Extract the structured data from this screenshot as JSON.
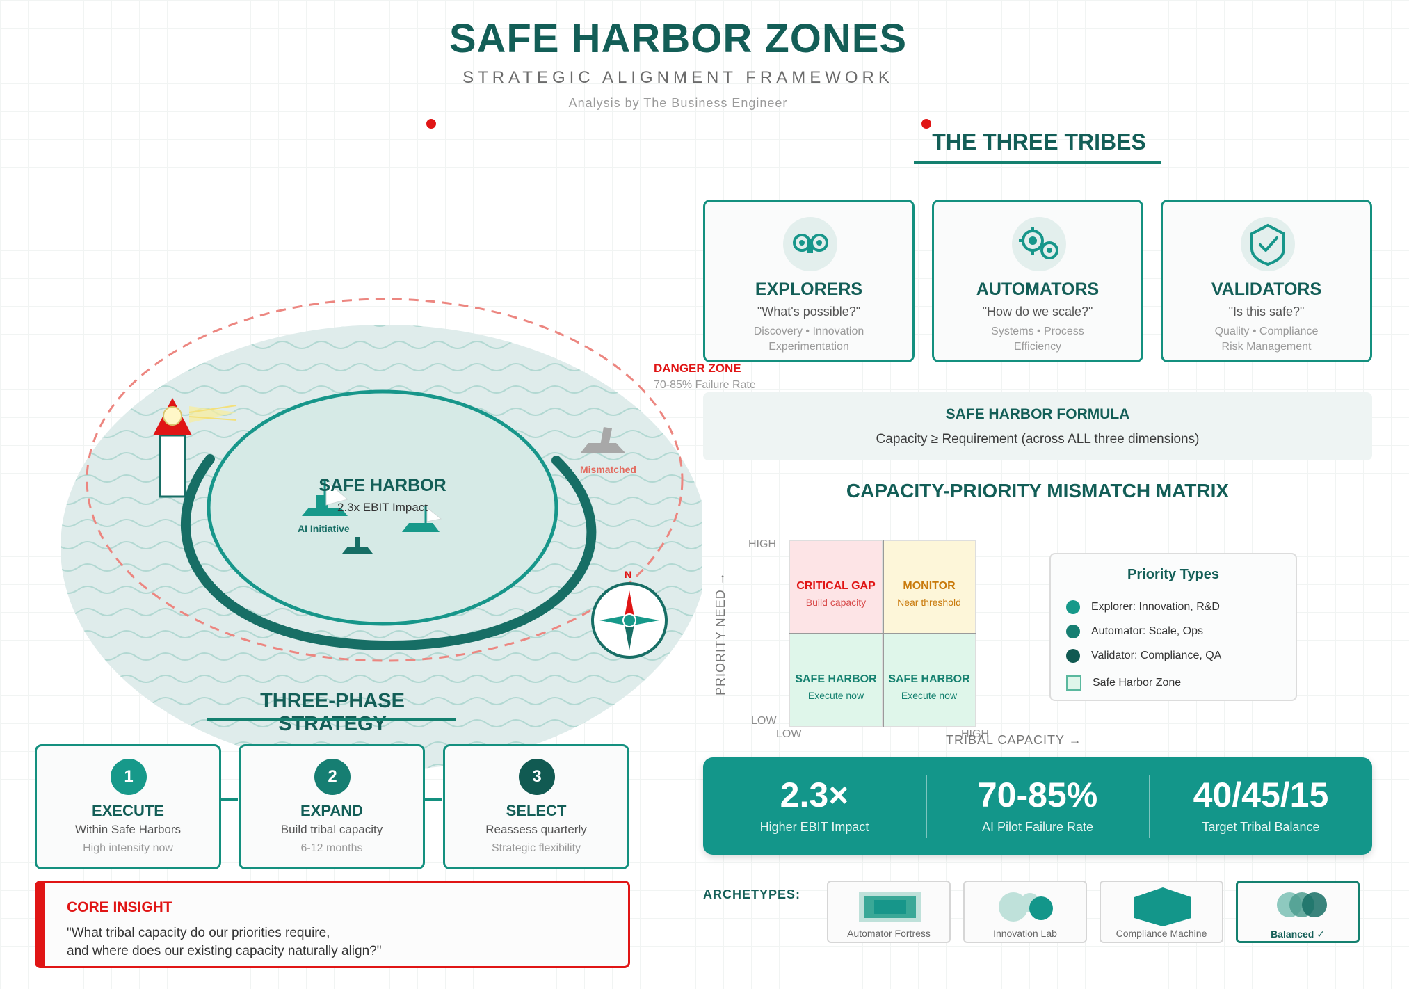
{
  "header": {
    "title": "SAFE HARBOR ZONES",
    "subtitle": "STRATEGIC ALIGNMENT FRAMEWORK",
    "byline": "Analysis by The Business Engineer"
  },
  "map": {
    "danger_zone": "DANGER ZONE",
    "danger_rate": "70-85% Failure Rate",
    "safe_harbor": "SAFE HARBOR",
    "safe_harbor_impact": "2.3x EBIT Impact",
    "ai_initiative": "AI Initiative",
    "mismatched": "Mismatched",
    "compass_n": "N"
  },
  "tribes": {
    "title": "THE THREE TRIBES",
    "items": [
      {
        "name": "EXPLORERS",
        "question": "\"What's possible?\"",
        "desc1": "Discovery • Innovation",
        "desc2": "Experimentation",
        "icon": "binoculars-icon"
      },
      {
        "name": "AUTOMATORS",
        "question": "\"How do we scale?\"",
        "desc1": "Systems • Process",
        "desc2": "Efficiency",
        "icon": "gears-icon"
      },
      {
        "name": "VALIDATORS",
        "question": "\"Is this safe?\"",
        "desc1": "Quality • Compliance",
        "desc2": "Risk Management",
        "icon": "shield-check-icon"
      }
    ]
  },
  "formula": {
    "title": "SAFE HARBOR FORMULA",
    "text": "Capacity ≥ Requirement (across ALL three dimensions)"
  },
  "matrix": {
    "title": "CAPACITY-PRIORITY MISMATCH MATRIX",
    "y_axis": "PRIORITY NEED →",
    "x_axis": "TRIBAL CAPACITY →",
    "y_high": "HIGH",
    "y_low": "LOW",
    "x_low": "LOW",
    "x_high": "HIGH",
    "quadrants": [
      {
        "title": "CRITICAL GAP",
        "sub": "Build capacity"
      },
      {
        "title": "MONITOR",
        "sub": "Near threshold"
      },
      {
        "title": "SAFE HARBOR",
        "sub": "Execute now"
      },
      {
        "title": "SAFE HARBOR",
        "sub": "Execute now"
      }
    ],
    "legend": {
      "title": "Priority Types",
      "items": [
        {
          "label": "Explorer: Innovation, R&D",
          "color": "#17998a"
        },
        {
          "label": "Automator: Scale, Ops",
          "color": "#167e72"
        },
        {
          "label": "Validator: Compliance, QA",
          "color": "#115a52"
        },
        {
          "label": "Safe Harbor Zone"
        }
      ]
    }
  },
  "stats": [
    {
      "value": "2.3×",
      "label": "Higher EBIT Impact"
    },
    {
      "value": "70-85%",
      "label": "AI Pilot Failure Rate"
    },
    {
      "value": "40/45/15",
      "label": "Target Tribal Balance"
    }
  ],
  "archetypes": {
    "label": "ARCHETYPES:",
    "items": [
      "Automator Fortress",
      "Innovation Lab",
      "Compliance Machine",
      "Balanced ✓"
    ]
  },
  "phases": {
    "title": "THREE-PHASE STRATEGY",
    "items": [
      {
        "num": "1",
        "name": "EXECUTE",
        "desc1": "Within Safe Harbors",
        "desc2": "High intensity now",
        "color": "#17998a"
      },
      {
        "num": "2",
        "name": "EXPAND",
        "desc1": "Build tribal capacity",
        "desc2": "6-12 months",
        "color": "#167e72"
      },
      {
        "num": "3",
        "name": "SELECT",
        "desc1": "Reassess quarterly",
        "desc2": "Strategic flexibility",
        "color": "#115a52"
      }
    ]
  },
  "insight": {
    "title": "CORE INSIGHT",
    "line1": "\"What tribal capacity do our priorities require,",
    "line2": "and where does our existing capacity naturally align?\""
  }
}
